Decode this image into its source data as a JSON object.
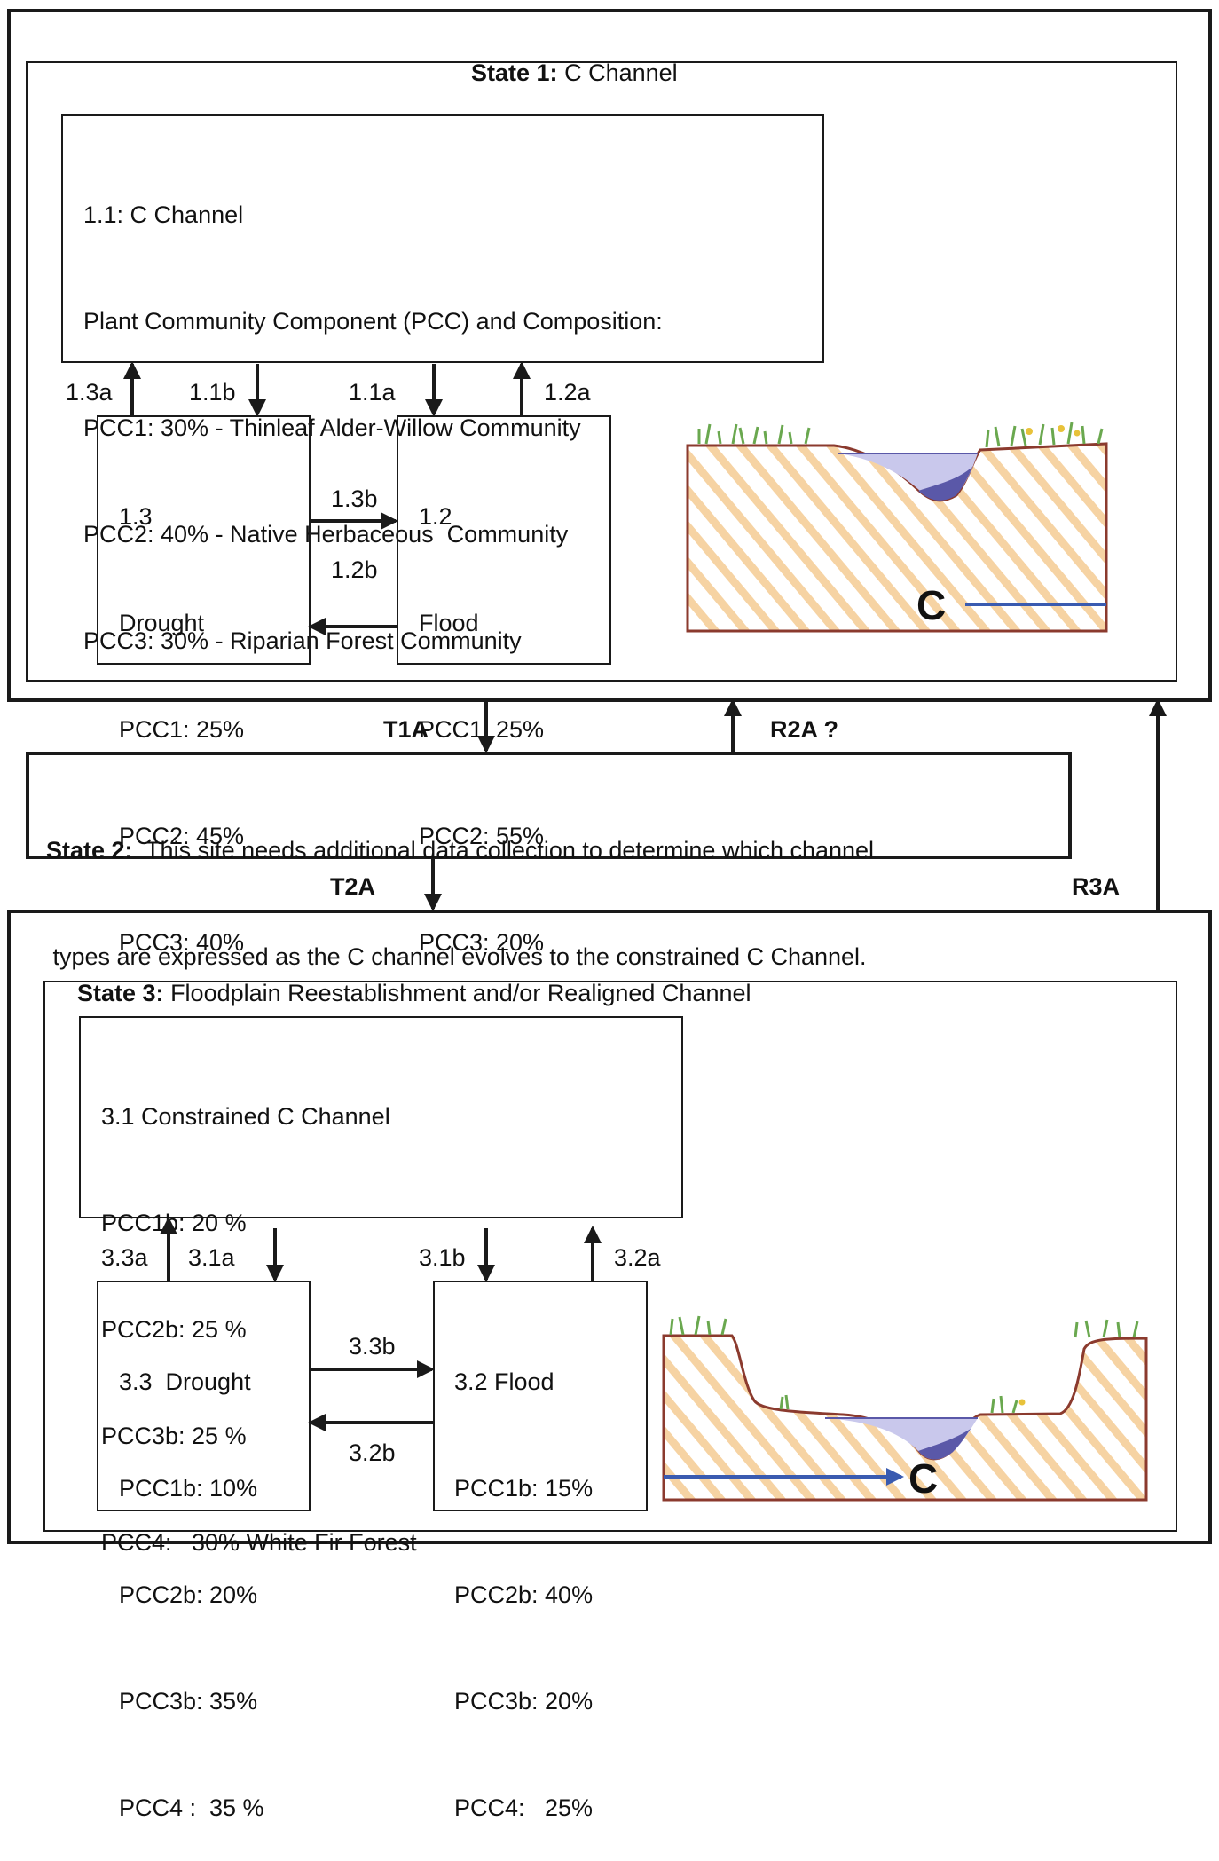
{
  "state1": {
    "title_bold": "State 1:",
    "title_rest": " C Channel",
    "p11": {
      "lines": [
        "1.1: C Channel",
        "Plant Community Component (PCC) and Composition:",
        "PCC1: 30% - Thinleaf Alder-Willow Community",
        "PCC2: 40% - Native Herbaceous  Community",
        "PCC3: 30% - Riparian Forest Community"
      ]
    },
    "p13": {
      "lines": [
        "1.3",
        "Drought",
        "PCC1: 25%",
        "PCC2: 45%",
        "PCC3: 40%"
      ]
    },
    "p12": {
      "lines": [
        "1.2",
        "Flood",
        "PCC1: 25%",
        "PCC2: 55%",
        "PCC3: 20%"
      ]
    },
    "labels": {
      "l13a": "1.3a",
      "l11b": "1.1b",
      "l11a": "1.1a",
      "l12a": "1.2a",
      "l13b": "1.3b",
      "l12b": "1.2b"
    },
    "channel_letter": "C"
  },
  "transitions": {
    "t1a": "T1A",
    "r2a": "R2A ?",
    "t2a": "T2A",
    "r3a": "R3A"
  },
  "state2": {
    "bold": "State 2:",
    "line1": "  This site needs additional data collection to determine which channel",
    "line2": " types are expressed as the C channel evolves to the constrained C Channel."
  },
  "state3": {
    "title_bold": "State 3:",
    "title_rest": " Floodplain Reestablishment and/or Realigned Channel",
    "p31": {
      "lines": [
        "3.1 Constrained C Channel",
        "PCC1b: 20 %",
        "PCC2b: 25 %",
        "PCC3b: 25 %",
        "PCC4:   30% White Fir Forest"
      ]
    },
    "p33": {
      "lines": [
        "3.3  Drought",
        "PCC1b: 10%",
        "PCC2b: 20%",
        "PCC3b: 35%",
        "PCC4 :  35 %"
      ]
    },
    "p32": {
      "lines": [
        "3.2 Flood",
        "PCC1b: 15%",
        "PCC2b: 40%",
        "PCC3b: 20%",
        "PCC4:   25%"
      ]
    },
    "labels": {
      "l33a": "3.3a",
      "l31a": "3.1a",
      "l31b": "3.1b",
      "l32a": "3.2a",
      "l33b": "3.3b",
      "l32b": "3.2b"
    },
    "channel_letter": "C"
  },
  "colors": {
    "stroke": "#1a1a1a",
    "water": "#5a58a8",
    "bank": "#8b3a2e",
    "hatch": "#f2c98a",
    "grass": "#6aa84f",
    "channel_line": "#3a5bb0"
  }
}
